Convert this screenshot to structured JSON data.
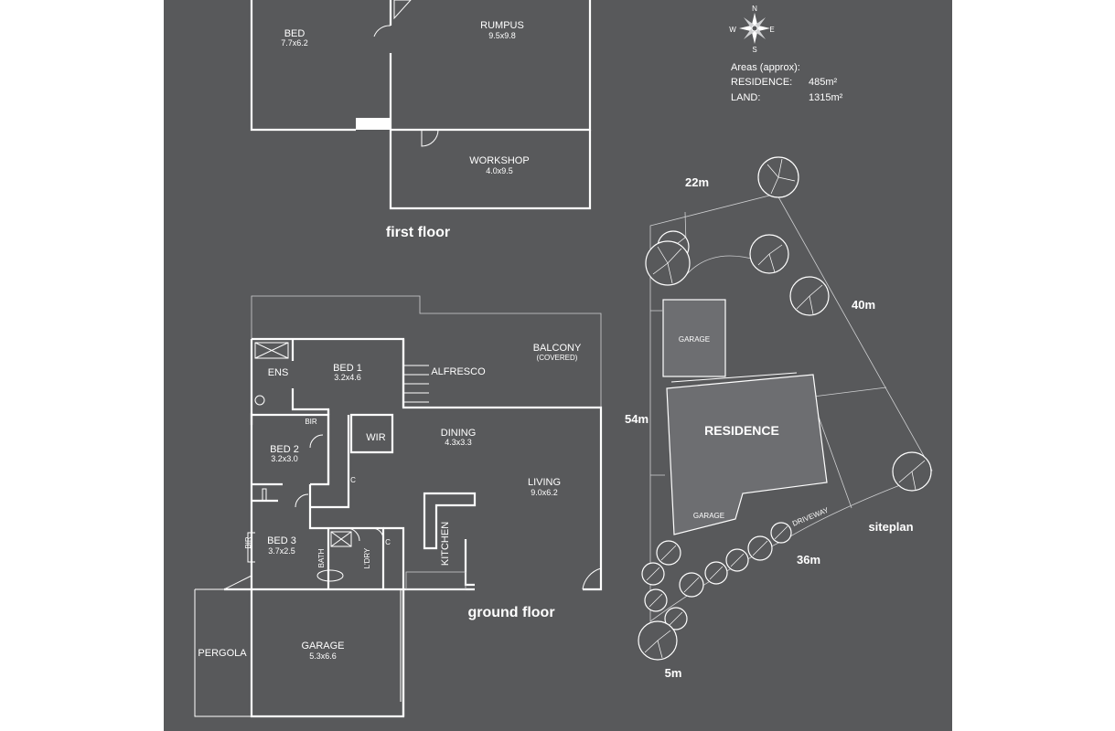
{
  "first_floor": {
    "caption": "first floor",
    "rooms": [
      {
        "id": "bed",
        "name": "BED",
        "size": "7.7x6.2"
      },
      {
        "id": "rumpus",
        "name": "RUMPUS",
        "size": "9.5x9.8"
      },
      {
        "id": "workshop",
        "name": "WORKSHOP",
        "size": "4.0x9.5"
      }
    ]
  },
  "ground_floor": {
    "caption": "ground floor",
    "rooms": {
      "bed1": {
        "name": "BED 1",
        "size": "3.2x4.6"
      },
      "bed2": {
        "name": "BED 2",
        "size": "3.2x3.0"
      },
      "bed3": {
        "name": "BED 3",
        "size": "3.7x2.5"
      },
      "dining": {
        "name": "DINING",
        "size": "4.3x3.3"
      },
      "living": {
        "name": "LIVING",
        "size": "9.0x6.2"
      },
      "garage": {
        "name": "GARAGE",
        "size": "5.3x6.6"
      },
      "ens": "ENS",
      "alfresco": "ALFRESCO",
      "balcony": "BALCONY",
      "balcony_note": "(COVERED)",
      "wir": "WIR",
      "bir_top": "BIR",
      "bir_side": "BIR",
      "bath": "BATH",
      "ldry": "L'DRY",
      "kitchen": "KITCHEN",
      "pergola": "PERGOLA",
      "cupboard1": "C",
      "cupboard2": "C"
    }
  },
  "compass": {
    "n": "N",
    "s": "S",
    "e": "E",
    "w": "W"
  },
  "areas": {
    "heading": "Areas (approx):",
    "residence_label": "RESIDENCE:",
    "residence_value": "485m²",
    "land_label": "LAND:",
    "land_value": "1315m²"
  },
  "siteplan": {
    "caption": "siteplan",
    "dims": {
      "top": "22m",
      "right": "40m",
      "left": "54m",
      "bottom": "36m",
      "corner": "5m"
    },
    "labels": {
      "garage_top": "GARAGE",
      "residence": "RESIDENCE",
      "garage_bottom": "GARAGE",
      "driveway": "DRIVEWAY"
    }
  },
  "colors": {
    "page": "#ffffff",
    "panel": "#58595b",
    "lines": "#ffffff",
    "building_fill": "#6d6e71"
  }
}
